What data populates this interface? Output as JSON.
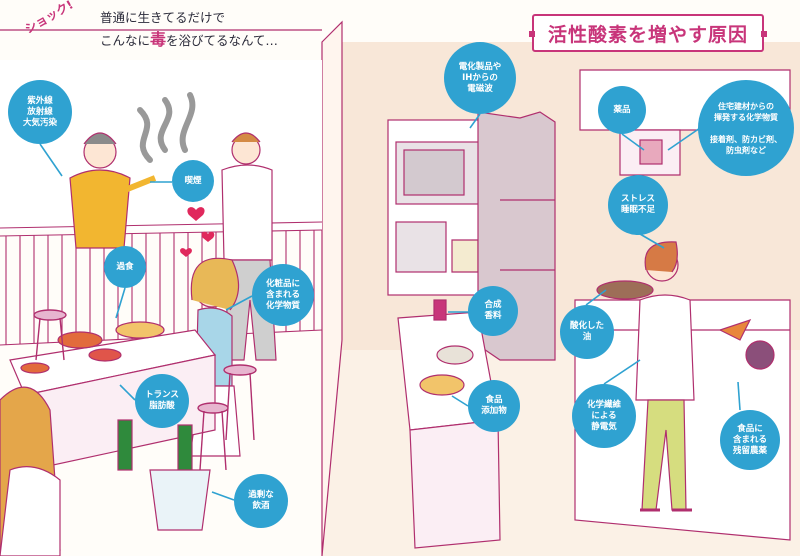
{
  "title": "活性酸素を増やす原因",
  "exclaim": {
    "shock": "ショック!",
    "line1": "普通に生きてるだけで",
    "line2_a": "こんなに",
    "line2_b": "毒",
    "line2_c": "を浴びてるなんて…"
  },
  "labels": [
    {
      "id": "uv",
      "text": "紫外線\n放射線\n大気汚染"
    },
    {
      "id": "smoking",
      "text": "喫煙"
    },
    {
      "id": "overeating",
      "text": "過食"
    },
    {
      "id": "cosmetics",
      "text": "化粧品に\n含まれる\n化学物質"
    },
    {
      "id": "transfat",
      "text": "トランス\n脂肪酸"
    },
    {
      "id": "alcohol",
      "text": "過剰な\n飲酒"
    },
    {
      "id": "em",
      "text": "電化製品や\nIHからの\n電磁波"
    },
    {
      "id": "flavor",
      "text": "合成\n香料"
    },
    {
      "id": "additive",
      "text": "食品\n添加物"
    },
    {
      "id": "medicine",
      "text": "薬品"
    },
    {
      "id": "building",
      "text": "住宅建材からの\n揮発する化学物質\n\n接着剤、防カビ剤、\n防虫剤など"
    },
    {
      "id": "stress",
      "text": "ストレス\n睡眠不足"
    },
    {
      "id": "oil",
      "text": "酸化した\n油"
    },
    {
      "id": "static",
      "text": "化学繊維\nによる\n静電気"
    },
    {
      "id": "pesticide",
      "text": "食品に\n含まれる\n残留農薬"
    }
  ],
  "colors": {
    "accent": "#c8357a",
    "bubble": "#2fa2d1",
    "wall": "#f8e7d8",
    "outline": "#b02f6e"
  }
}
